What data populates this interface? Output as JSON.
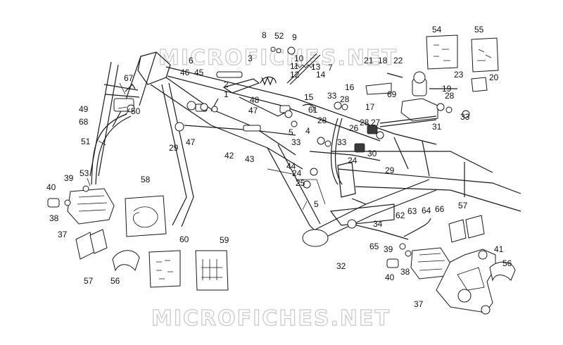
{
  "watermark_top": "MICROFICHES.NET",
  "watermark_bottom": "MICROFICHES.NET",
  "callouts": [
    "1",
    "2",
    "3",
    "4",
    "5",
    "5",
    "6",
    "7",
    "8",
    "9",
    "10",
    "11",
    "12",
    "13",
    "14",
    "15",
    "16",
    "17",
    "18",
    "19",
    "20",
    "21",
    "22",
    "23",
    "24",
    "24",
    "25",
    "26",
    "27",
    "28",
    "28",
    "28",
    "28",
    "29",
    "29",
    "30",
    "31",
    "32",
    "33",
    "33",
    "33",
    "33",
    "34",
    "37",
    "37",
    "38",
    "38",
    "39",
    "39",
    "40",
    "40",
    "41",
    "42",
    "43",
    "44",
    "45",
    "46",
    "47",
    "47",
    "48",
    "49",
    "50",
    "51",
    "52",
    "53",
    "54",
    "55",
    "56",
    "56",
    "57",
    "57",
    "58",
    "59",
    "60",
    "61",
    "62",
    "63",
    "64",
    "65",
    "66",
    "67",
    "68",
    "69"
  ]
}
